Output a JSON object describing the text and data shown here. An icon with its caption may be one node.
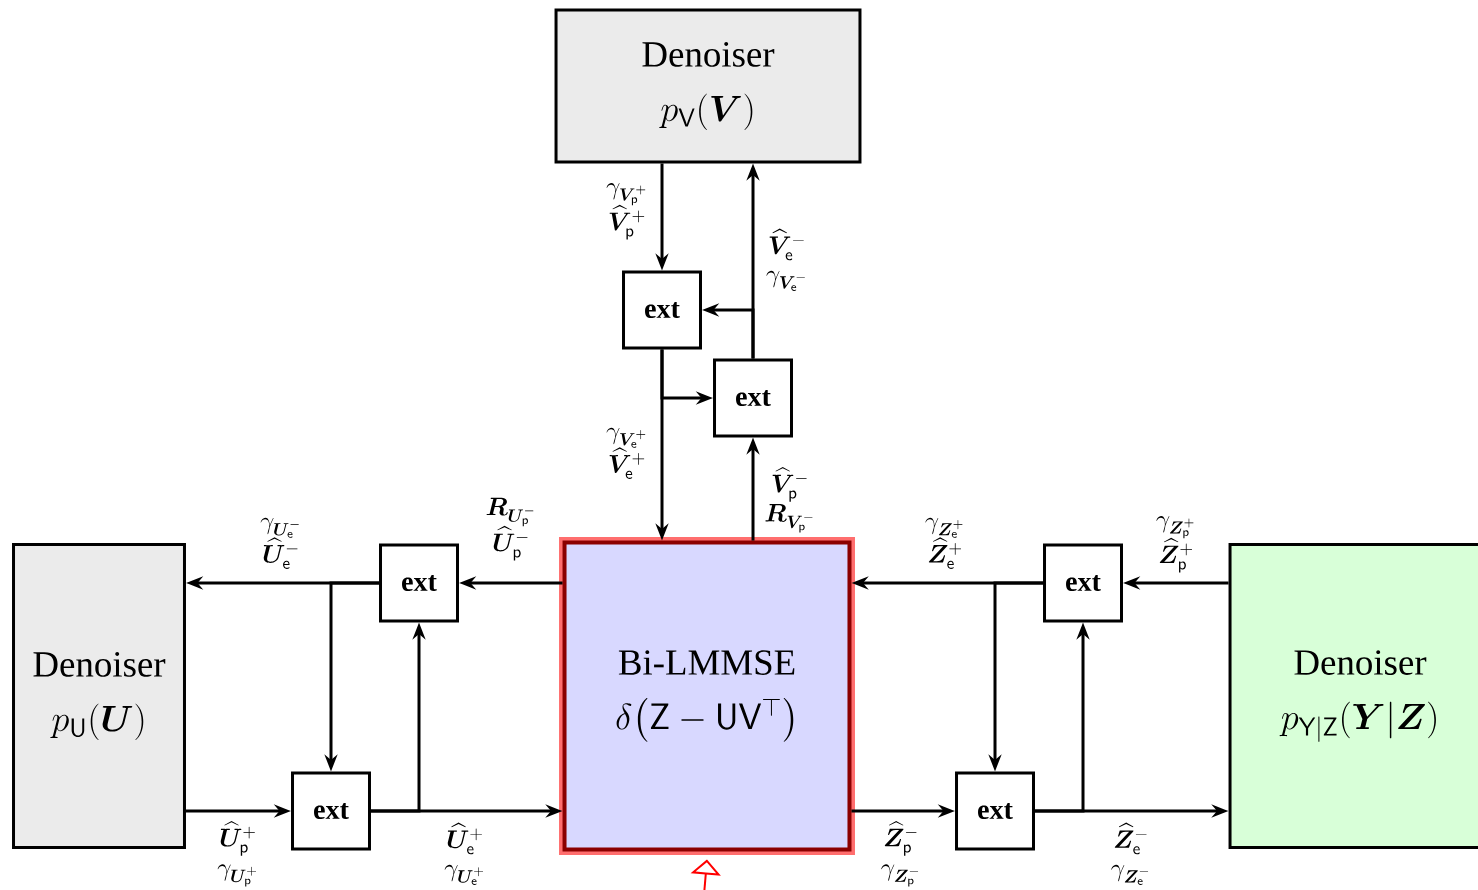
{
  "diagram": {
    "nodes": [
      {
        "text": [
          "Denoiser",
          "p_{\\mathsf{V}}(\\boldsymbol{V})"
        ]
      },
      {
        "text": [
          "Bi-LMMSE",
          "\\delta\\big(\\mathsf{Z}-\\mathsf{U}\\mathsf{V}^{\\top}\\big)"
        ]
      },
      {
        "text": [
          "Denoiser",
          "p_{\\mathsf{U}}(\\boldsymbol{U})"
        ]
      },
      {
        "text": [
          "Denoiser",
          "p_{\\mathsf{Y}|\\mathsf{Z}}(\\boldsymbol{Y}|\\boldsymbol{Z})"
        ]
      },
      {
        "text": [
          "ext"
        ]
      },
      {
        "text": [
          "ext"
        ]
      },
      {
        "text": [
          "ext"
        ]
      },
      {
        "text": [
          "ext"
        ]
      },
      {
        "text": [
          "ext"
        ]
      },
      {
        "text": [
          "ext"
        ]
      }
    ],
    "edges": [
      {
        "from": 0,
        "to": 4,
        "arrow": "to",
        "label": "\\begin{array}{c}\\gamma_{\\boldsymbol{V}_{\\mathsf{p}}^{+}}\\\\ \\widehat{\\boldsymbol{V}}_{\\mathsf{p}}^{+}\\end{array}"
      },
      {
        "from": 5,
        "to": 0,
        "arrow": "to",
        "label": "\\begin{array}{c}\\widehat{\\boldsymbol{V}}_{\\mathsf{e}}^{-}\\\\ \\gamma_{\\boldsymbol{V}_{\\mathsf{e}}^{-}}\\end{array}"
      },
      {
        "from": 5,
        "to": 4,
        "arrow": "to"
      },
      {
        "from": 4,
        "to": 1,
        "arrow": "to",
        "label": "\\begin{array}{c}\\gamma_{\\boldsymbol{V}_{\\mathsf{e}}^{+}}\\\\ \\widehat{\\boldsymbol{V}}_{\\mathsf{e}}^{+}\\end{array}"
      },
      {
        "from": 4,
        "to": 5,
        "arrow": "to"
      },
      {
        "from": 1,
        "to": 5,
        "arrow": "to",
        "label": "\\begin{array}{c}\\widehat{\\boldsymbol{V}}_{\\mathsf{p}}^{-}\\\\ \\boldsymbol{R}_{\\boldsymbol{V}_{\\mathsf{p}}^{-}}\\end{array}"
      },
      {
        "from": 1,
        "to": 6,
        "arrow": "to",
        "label": "\\begin{array}{c}\\boldsymbol{R}_{\\boldsymbol{U}_{\\mathsf{p}}^{-}}\\\\ \\widehat{\\boldsymbol{U}}_{\\mathsf{p}}^{-}\\end{array}"
      },
      {
        "from": 6,
        "to": 2,
        "arrow": "to",
        "label": "\\begin{array}{c}\\gamma_{\\boldsymbol{U}_{\\mathsf{e}}^{-}}\\\\ \\widehat{\\boldsymbol{U}}_{\\mathsf{e}}^{-}\\end{array}"
      },
      {
        "from": 6,
        "to": 7,
        "arrow": "to"
      },
      {
        "from": 2,
        "to": 7,
        "arrow": "to",
        "label": "\\begin{array}{c}\\widehat{\\boldsymbol{U}}_{\\mathsf{p}}^{+}\\\\ \\gamma_{\\boldsymbol{U}_{\\mathsf{p}}^{+}}\\end{array}"
      },
      {
        "from": 7,
        "to": 1,
        "arrow": "to",
        "label": "\\begin{array}{c}\\widehat{\\boldsymbol{U}}_{\\mathsf{e}}^{+}\\\\ \\gamma_{\\boldsymbol{U}_{\\mathsf{e}}^{+}}\\end{array}"
      },
      {
        "from": 7,
        "to": 6,
        "arrow": "to"
      },
      {
        "from": 3,
        "to": 8,
        "arrow": "to",
        "label": "\\begin{array}{c}\\gamma_{\\boldsymbol{Z}_{\\mathsf{p}}^{+}}\\\\ \\widehat{\\boldsymbol{Z}}_{\\mathsf{p}}^{+}\\end{array}"
      },
      {
        "from": 8,
        "to": 1,
        "arrow": "to",
        "label": "\\begin{array}{c}\\gamma_{\\boldsymbol{Z}_{\\mathsf{e}}^{+}}\\\\ \\widehat{\\boldsymbol{Z}}_{\\mathsf{e}}^{+}\\end{array}"
      },
      {
        "from": 8,
        "to": 9,
        "arrow": "to"
      },
      {
        "from": 1,
        "to": 9,
        "arrow": "to",
        "label": "\\begin{array}{c}\\widehat{\\boldsymbol{Z}}_{\\mathsf{p}}^{-}\\\\ \\gamma_{\\boldsymbol{Z}_{\\mathsf{p}}^{-}}\\end{array}"
      },
      {
        "from": 9,
        "to": 3,
        "arrow": "to",
        "label": "\\begin{array}{c}\\widehat{\\boldsymbol{Z}}_{\\mathsf{e}}^{-}\\\\ \\gamma_{\\boldsymbol{Z}_{\\mathsf{e}}^{-}}\\end{array}"
      },
      {
        "from": 9,
        "to": 8,
        "arrow": "to"
      },
      {
        "from": null,
        "to": 1,
        "arrow": "to",
        "color": "#ff0000"
      }
    ]
  }
}
